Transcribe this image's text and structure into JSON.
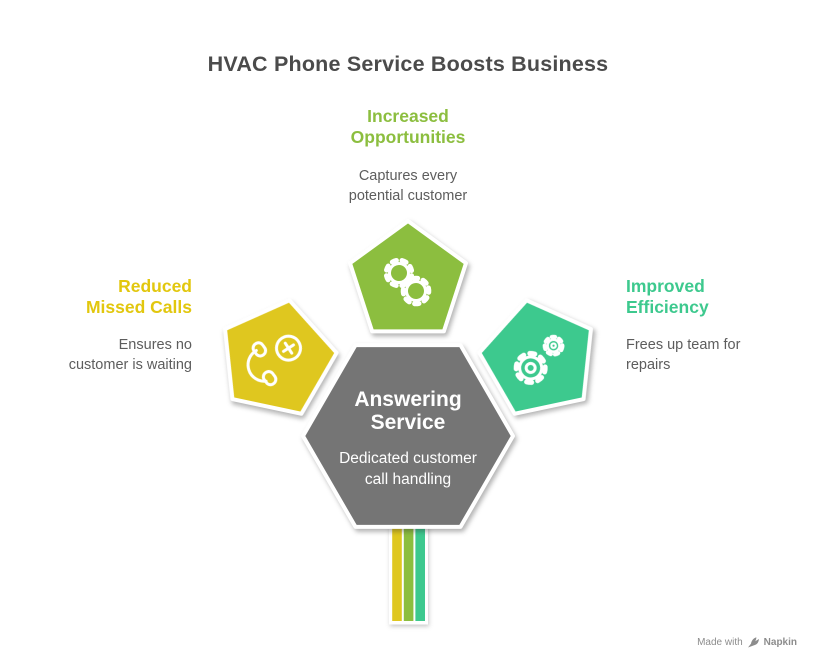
{
  "title": "HVAC Phone Service Boosts Business",
  "center": {
    "title_lines": [
      "Answering",
      "Service"
    ],
    "desc_lines": [
      "Dedicated customer",
      "call handling"
    ]
  },
  "nodes": {
    "top": {
      "label_lines": [
        "Increased",
        "Opportunities"
      ],
      "desc_lines": [
        "Captures every",
        "potential customer"
      ],
      "color": "#8CBE3F",
      "label_color": "#8CBE3F",
      "icon": "sketch-gears-icon"
    },
    "left": {
      "label_lines": [
        "Reduced",
        "Missed Calls"
      ],
      "desc_lines": [
        "Ensures no",
        "customer is waiting"
      ],
      "color": "#DFC71F",
      "label_color": "#E2C70E",
      "icon": "missed-call-icon"
    },
    "right": {
      "label_lines": [
        "Improved",
        "Efficiency"
      ],
      "desc_lines": [
        "Frees up team for",
        "repairs"
      ],
      "color": "#3DC98E",
      "label_color": "#3DC98E",
      "icon": "gears-icon"
    }
  },
  "stripes": [
    "#DFC71F",
    "#8CBE3F",
    "#3DC98E"
  ],
  "colors": {
    "hexagon": "#757575",
    "title": "#4B4B4B",
    "body_text": "#5D5D5D",
    "center_text": "#FFFFFF",
    "outline": "#FFFFFF",
    "watermark": "#8C8C8C"
  },
  "watermark": {
    "prefix": "Made with",
    "brand": "Napkin"
  }
}
